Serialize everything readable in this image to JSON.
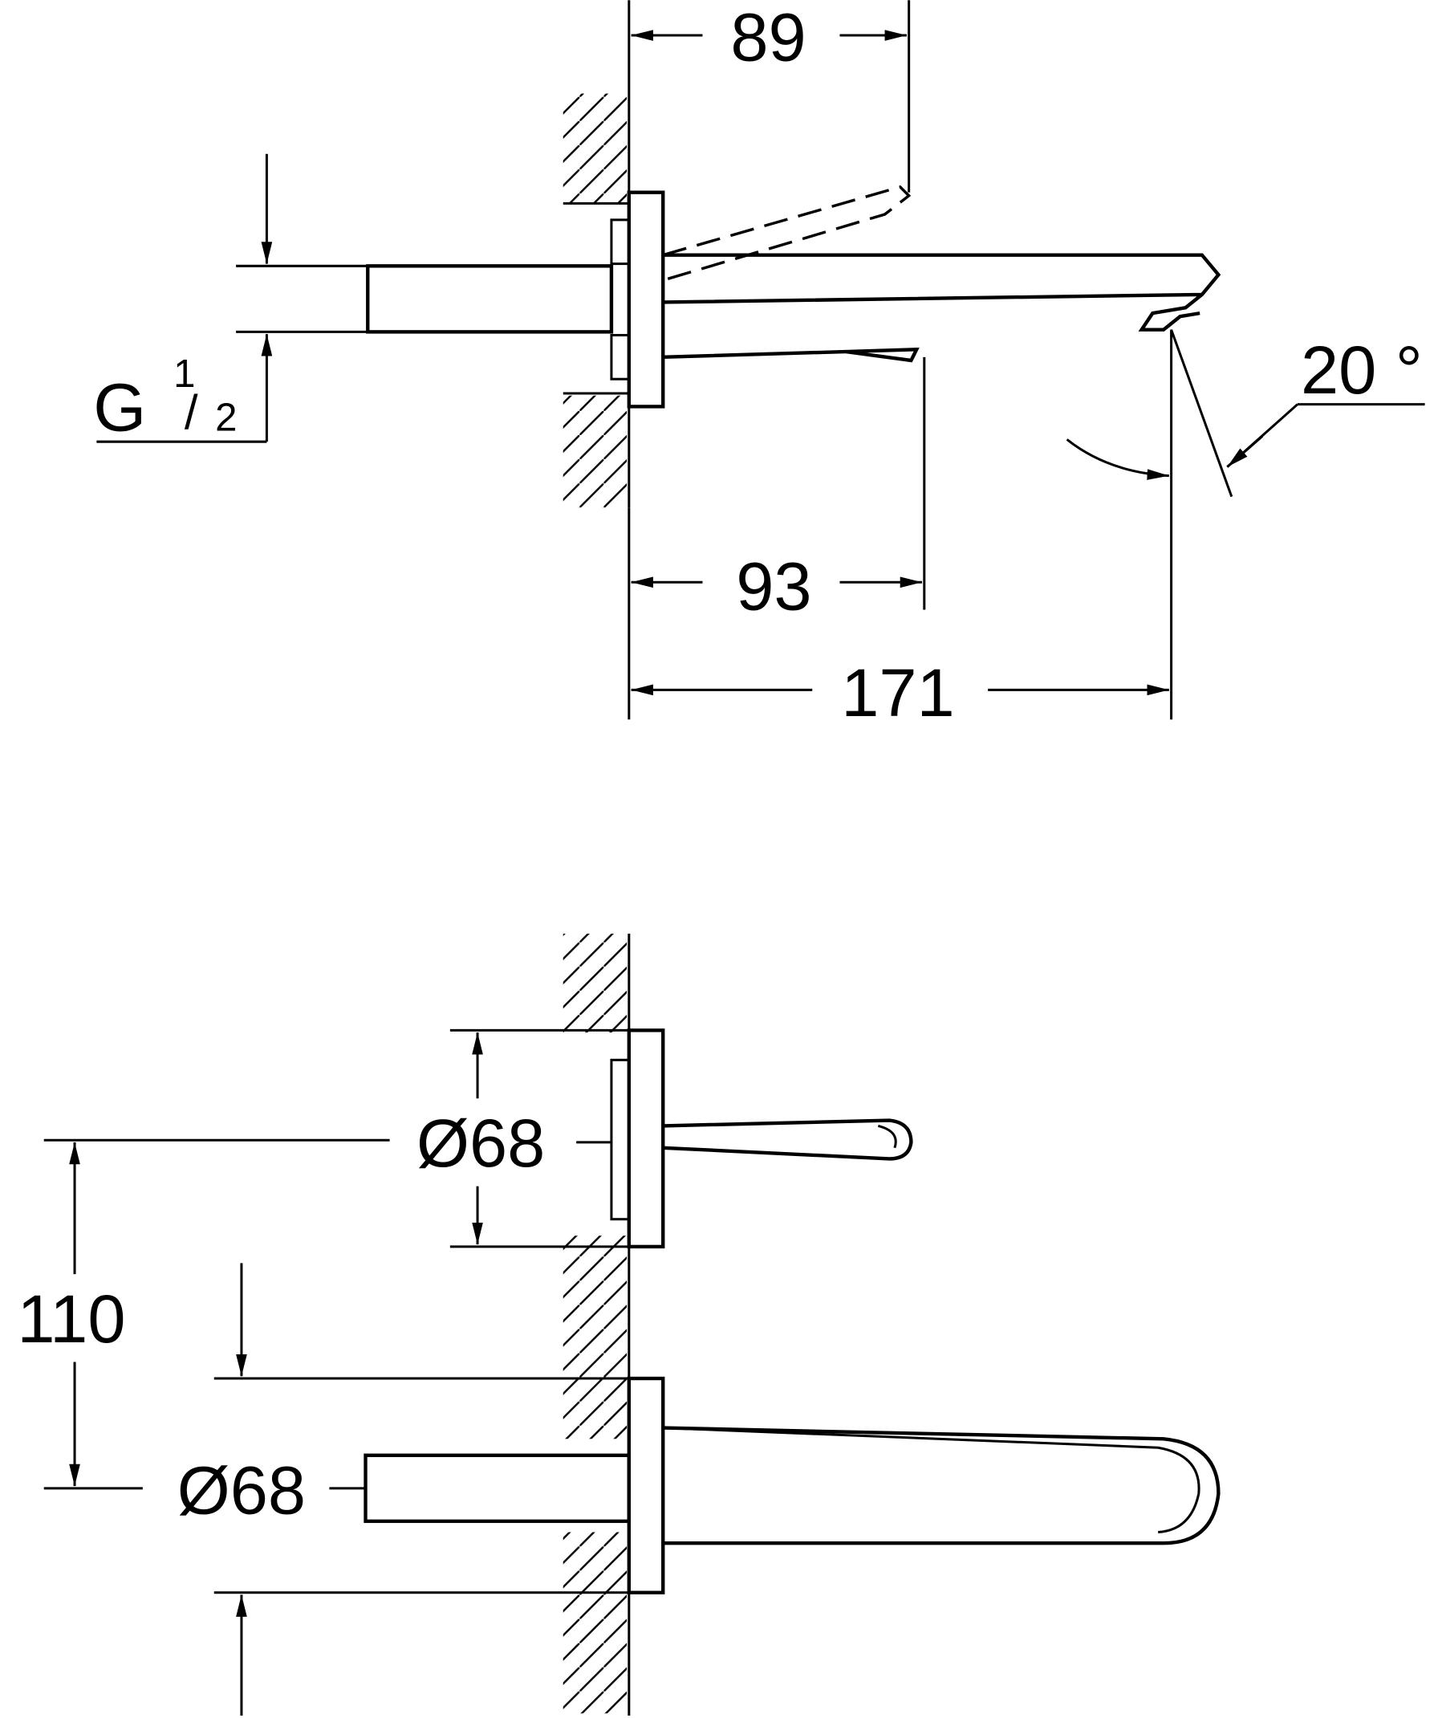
{
  "side_view": {
    "dim_projection": "89",
    "dim_spout_underside": "93",
    "dim_total_length": "171",
    "angle": "20 °",
    "thread_label": {
      "letter": "G",
      "numerator": "1",
      "slash": "/",
      "denominator": "2"
    }
  },
  "front_view": {
    "dim_centres": "110",
    "dim_handle_rosette": "Ø68",
    "dim_spout_rosette": "Ø68"
  },
  "colors": {
    "line": "#000000",
    "background": "#ffffff"
  }
}
